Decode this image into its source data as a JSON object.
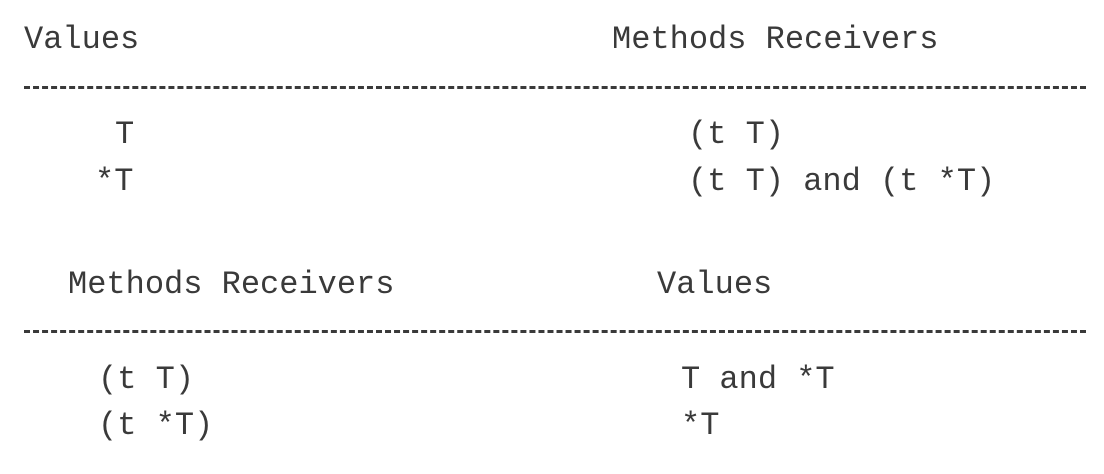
{
  "table1": {
    "header_left": "Values",
    "header_right": "Methods Receivers",
    "rows": [
      {
        "left": "T",
        "right": "(t T)"
      },
      {
        "left": "*T",
        "right": "(t T) and (t *T)"
      }
    ]
  },
  "table2": {
    "header_left": "Methods Receivers",
    "header_right": "Values",
    "rows": [
      {
        "left": "(t T)",
        "right": "T and *T"
      },
      {
        "left": "(t *T)",
        "right": "*T"
      }
    ]
  }
}
